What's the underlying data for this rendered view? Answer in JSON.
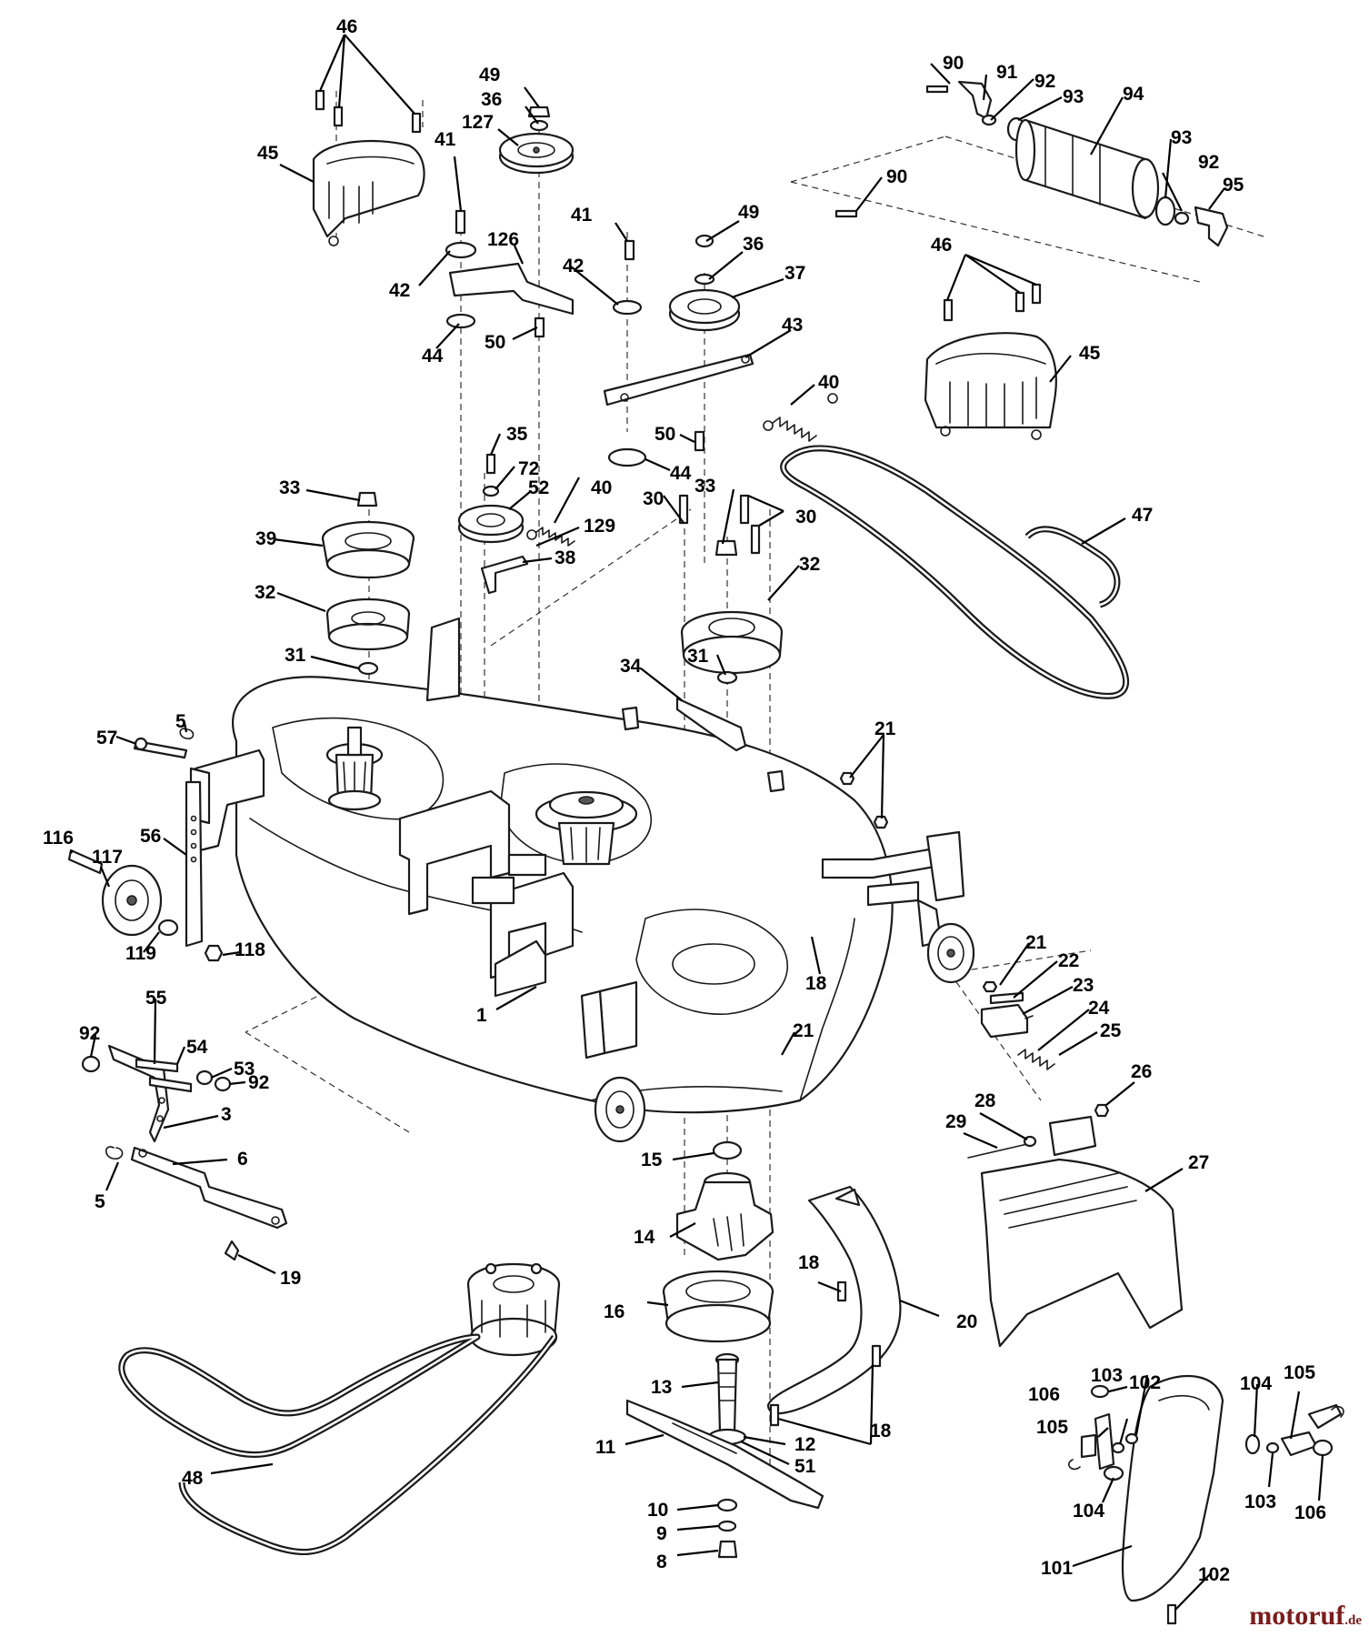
{
  "diagram": {
    "callouts": [
      {
        "id": "c46a",
        "label": "46"
      },
      {
        "id": "c49a",
        "label": "49"
      },
      {
        "id": "c36a",
        "label": "36"
      },
      {
        "id": "c127",
        "label": "127"
      },
      {
        "id": "c45a",
        "label": "45"
      },
      {
        "id": "c41a",
        "label": "41"
      },
      {
        "id": "c126",
        "label": "126"
      },
      {
        "id": "c42a",
        "label": "42"
      },
      {
        "id": "c44a",
        "label": "44"
      },
      {
        "id": "c50a",
        "label": "50"
      },
      {
        "id": "c41b",
        "label": "41"
      },
      {
        "id": "c49b",
        "label": "49"
      },
      {
        "id": "c42b",
        "label": "42"
      },
      {
        "id": "c36b",
        "label": "36"
      },
      {
        "id": "c37",
        "label": "37"
      },
      {
        "id": "c43",
        "label": "43"
      },
      {
        "id": "c40a",
        "label": "40"
      },
      {
        "id": "c50b",
        "label": "50"
      },
      {
        "id": "c44b",
        "label": "44"
      },
      {
        "id": "c90a",
        "label": "90"
      },
      {
        "id": "c91",
        "label": "91"
      },
      {
        "id": "c92a",
        "label": "92"
      },
      {
        "id": "c93a",
        "label": "93"
      },
      {
        "id": "c94",
        "label": "94"
      },
      {
        "id": "c93b",
        "label": "93"
      },
      {
        "id": "c92b",
        "label": "92"
      },
      {
        "id": "c95",
        "label": "95"
      },
      {
        "id": "c90b",
        "label": "90"
      },
      {
        "id": "c46b",
        "label": "46"
      },
      {
        "id": "c45b",
        "label": "45"
      },
      {
        "id": "c47",
        "label": "47"
      },
      {
        "id": "c35",
        "label": "35"
      },
      {
        "id": "c72",
        "label": "72"
      },
      {
        "id": "c52",
        "label": "52"
      },
      {
        "id": "c40b",
        "label": "40"
      },
      {
        "id": "c129",
        "label": "129"
      },
      {
        "id": "c38",
        "label": "38"
      },
      {
        "id": "c33a",
        "label": "33"
      },
      {
        "id": "c39",
        "label": "39"
      },
      {
        "id": "c32a",
        "label": "32"
      },
      {
        "id": "c31a",
        "label": "31"
      },
      {
        "id": "c30a",
        "label": "30"
      },
      {
        "id": "c33b",
        "label": "33"
      },
      {
        "id": "c30b",
        "label": "30"
      },
      {
        "id": "c32b",
        "label": "32"
      },
      {
        "id": "c34",
        "label": "34"
      },
      {
        "id": "c31b",
        "label": "31"
      },
      {
        "id": "c5a",
        "label": "5"
      },
      {
        "id": "c57",
        "label": "57"
      },
      {
        "id": "c21a",
        "label": "21"
      },
      {
        "id": "c116",
        "label": "116"
      },
      {
        "id": "c117",
        "label": "117"
      },
      {
        "id": "c56",
        "label": "56"
      },
      {
        "id": "c119",
        "label": "119"
      },
      {
        "id": "c118",
        "label": "118"
      },
      {
        "id": "c18a",
        "label": "18"
      },
      {
        "id": "c21b",
        "label": "21"
      },
      {
        "id": "c22",
        "label": "22"
      },
      {
        "id": "c23",
        "label": "23"
      },
      {
        "id": "c24",
        "label": "24"
      },
      {
        "id": "c25",
        "label": "25"
      },
      {
        "id": "c21c",
        "label": "21"
      },
      {
        "id": "c1",
        "label": "1"
      },
      {
        "id": "c55",
        "label": "55"
      },
      {
        "id": "c92c",
        "label": "92"
      },
      {
        "id": "c54",
        "label": "54"
      },
      {
        "id": "c53",
        "label": "53"
      },
      {
        "id": "c92d",
        "label": "92"
      },
      {
        "id": "c3",
        "label": "3"
      },
      {
        "id": "c6",
        "label": "6"
      },
      {
        "id": "c5b",
        "label": "5"
      },
      {
        "id": "c19",
        "label": "19"
      },
      {
        "id": "c26",
        "label": "26"
      },
      {
        "id": "c28",
        "label": "28"
      },
      {
        "id": "c29",
        "label": "29"
      },
      {
        "id": "c27",
        "label": "27"
      },
      {
        "id": "c15",
        "label": "15"
      },
      {
        "id": "c14",
        "label": "14"
      },
      {
        "id": "c18b",
        "label": "18"
      },
      {
        "id": "c16",
        "label": "16"
      },
      {
        "id": "c20",
        "label": "20"
      },
      {
        "id": "c13",
        "label": "13"
      },
      {
        "id": "c11",
        "label": "11"
      },
      {
        "id": "c12",
        "label": "12"
      },
      {
        "id": "c51",
        "label": "51"
      },
      {
        "id": "c18c",
        "label": "18"
      },
      {
        "id": "c10",
        "label": "10"
      },
      {
        "id": "c9",
        "label": "9"
      },
      {
        "id": "c8",
        "label": "8"
      },
      {
        "id": "c48",
        "label": "48"
      },
      {
        "id": "c103a",
        "label": "103"
      },
      {
        "id": "c102a",
        "label": "102"
      },
      {
        "id": "c106a",
        "label": "106"
      },
      {
        "id": "c105a",
        "label": "105"
      },
      {
        "id": "c104a",
        "label": "104"
      },
      {
        "id": "c104b",
        "label": "104"
      },
      {
        "id": "c105b",
        "label": "105"
      },
      {
        "id": "c103b",
        "label": "103"
      },
      {
        "id": "c106b",
        "label": "106"
      },
      {
        "id": "c101",
        "label": "101"
      },
      {
        "id": "c102b",
        "label": "102"
      }
    ]
  },
  "brand": {
    "name": "motoruf",
    "suffix": ".de"
  }
}
